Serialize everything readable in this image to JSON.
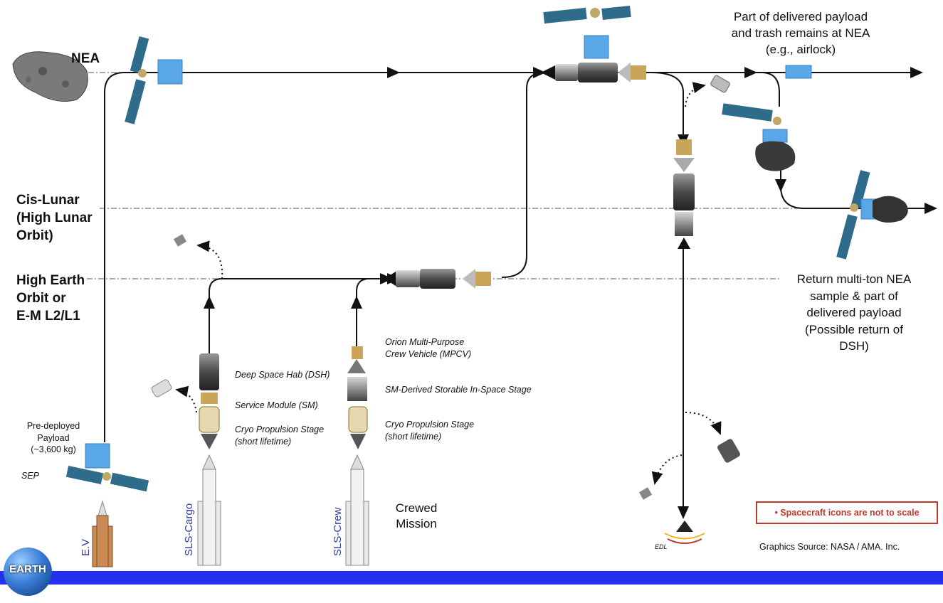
{
  "orbits": {
    "nea": "NEA",
    "cis_lunar": [
      "Cis-Lunar",
      "(High Lunar",
      "Orbit)"
    ],
    "high_earth": [
      "High Earth",
      "Orbit or",
      "E-M L2/L1"
    ]
  },
  "payload_note": [
    "Part of delivered payload",
    "and trash remains at NEA",
    "(e.g., airlock)"
  ],
  "return_note": [
    "Return multi-ton NEA",
    "sample & part of",
    "delivered payload",
    "(Possible return of",
    "DSH)"
  ],
  "predeployed": [
    "Pre-deployed",
    "Payload",
    "(~3,600 kg)"
  ],
  "sep_label": "SEP",
  "cargo_stack": {
    "dsh": "Deep Space Hab (DSH)",
    "sm": "Service Module (SM)",
    "cryo": [
      "Cryo Propulsion Stage",
      "(short lifetime)"
    ]
  },
  "crew_stack": {
    "orion": [
      "Orion Multi-Purpose",
      "Crew Vehicle (MPCV)"
    ],
    "sm_stage": "SM-Derived Storable In-Space Stage",
    "cryo": [
      "Cryo Propulsion Stage",
      "(short lifetime)"
    ]
  },
  "vehicles": {
    "ev": "E.V",
    "sls_cargo": "SLS-Cargo",
    "sls_crew": "SLS-Crew"
  },
  "crewed_mission": [
    "Crewed",
    "Mission"
  ],
  "edl": "EDL",
  "scale_note": "• Spacecraft icons are not to scale",
  "source": "Graphics Source: NASA / AMA. Inc.",
  "earth": "EARTH",
  "colors": {
    "ground": "#2430ee",
    "note_border": "#c0392b",
    "panel": "#2f6b8a",
    "payload": "#5aa7e8",
    "vehicle_text": "#2b3aa8"
  }
}
